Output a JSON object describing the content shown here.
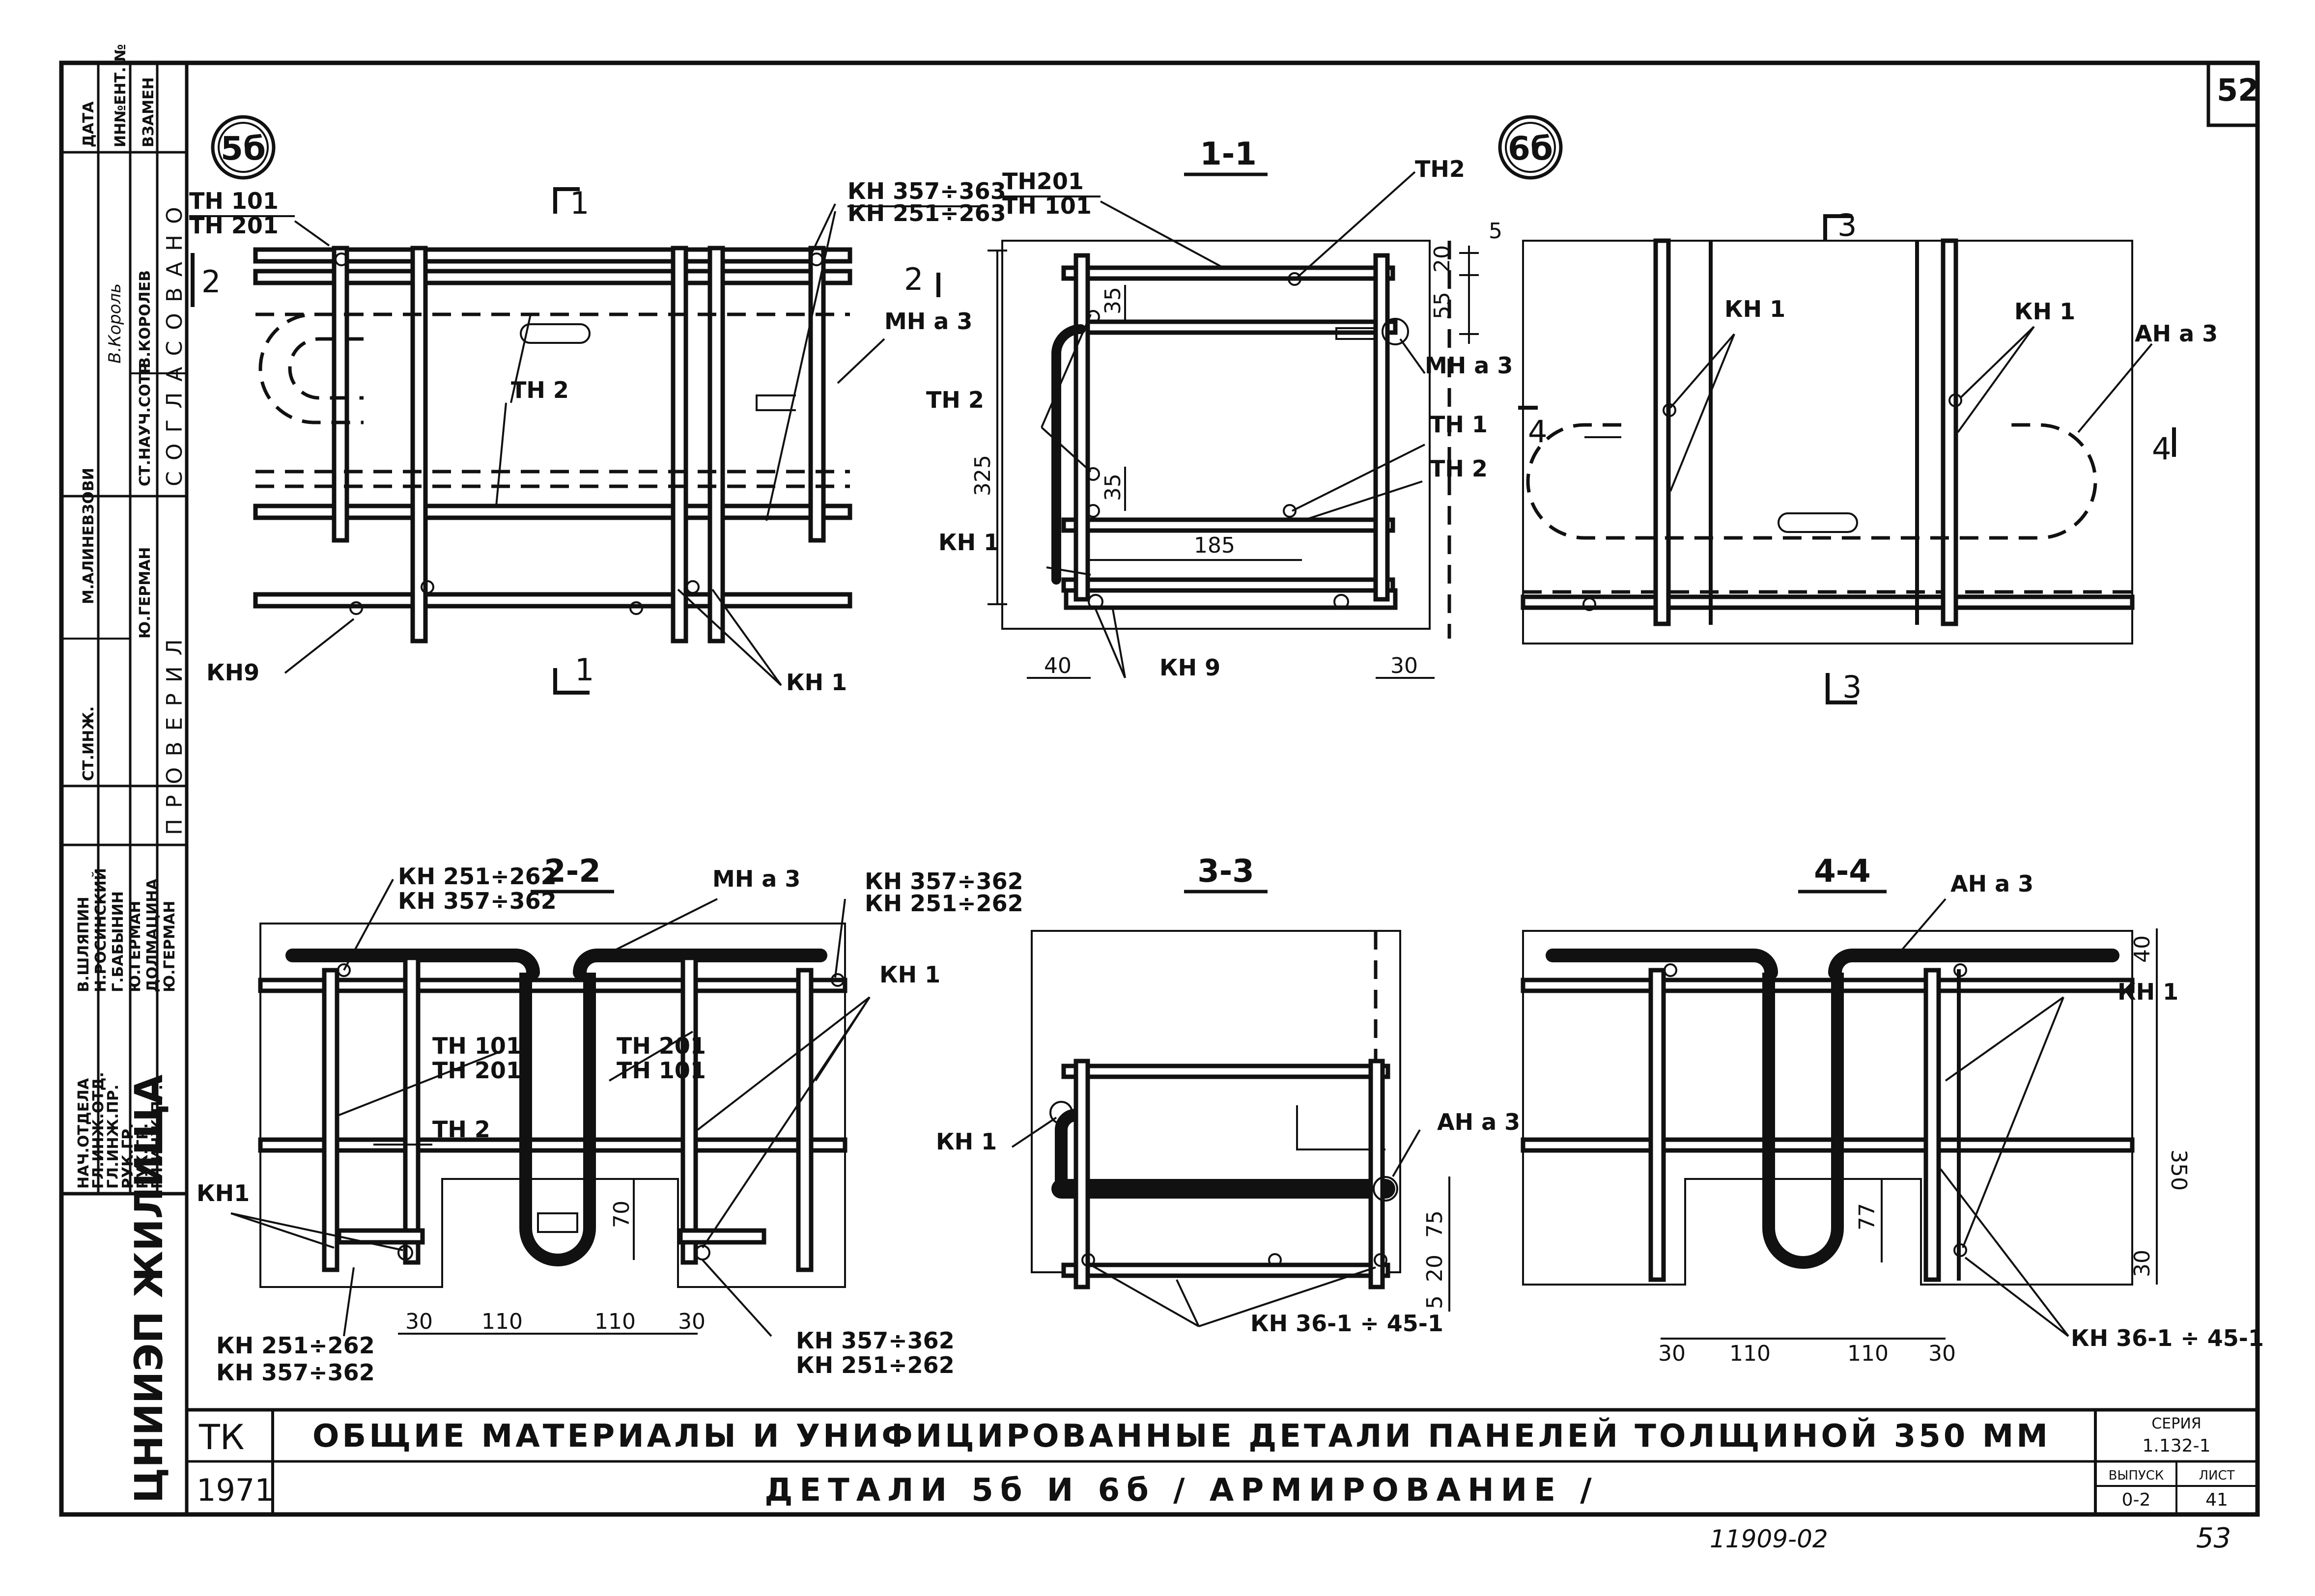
{
  "sheet": {
    "page_number": "52",
    "bottom_page_number": "53",
    "archive_number": "11909-02"
  },
  "side_stamp": {
    "head": [
      "ДАТА",
      "ИН№ЕНТ. №",
      "ВЗАМЕН"
    ],
    "agreed_title": "СОГЛАСОВАНО",
    "agreed_rows": [
      {
        "role": "СТ.НАУЧ.СОТР",
        "sign": "В.Король",
        "name": "В.КОРОЛЕВ"
      },
      {
        "role": "М.АЛИНЕВЗОВИ",
        "sign": "",
        "name": ""
      }
    ],
    "checked_title": "ПРОВЕРИЛ",
    "checked_name": "Ю.ГЕРМАН",
    "roles": [
      "НАЧ.ОТДЕЛА",
      "ГЛ.ИНЖ.ОТД.",
      "ГЛ.ИНЖ.ПР.",
      "РУК.ГР.",
      "РУК.ГР.",
      "ГЛ.ИНЖ.ПР.",
      "СТ.ИНЖ."
    ],
    "names": [
      "В.ШЛЯПИН",
      "Н.РОСИНСКИЙ",
      "Г.БАБЫНИН",
      "Ю.ГЕРМАН",
      "ДОЛМАЦИНА",
      "Ю.ГЕРМАН"
    ],
    "org": "ЦНИИЭП ЖИЛИЩА"
  },
  "title_block": {
    "tk": "ТК",
    "year": "1971",
    "title_line1": "ОБЩИЕ МАТЕРИАЛЫ И УНИФИЦИРОВАННЫЕ ДЕТАЛИ ПАНЕЛЕЙ ТОЛЩИНОЙ 350 ММ",
    "title_line2": "ДЕТАЛИ 5б И 6б / АРМИРОВАНИЕ /",
    "series_label": "СЕРИЯ",
    "series_value": "1.132-1",
    "issue_label": "ВЫПУСК",
    "issue_value": "0-2",
    "sheet_label": "ЛИСТ",
    "sheet_value": "41"
  },
  "detail_5b": {
    "badge": "5б",
    "labels": {
      "tn101_tn201_top": "ТН 101",
      "tn101_tn201_bottom": "ТН 201",
      "kn357": "КН 357÷363",
      "kn251": "КН 251÷263",
      "mna3": "МН а 3",
      "tn2": "ТН 2",
      "kn9": "КН9",
      "kn1": "КН 1"
    },
    "cut_marks": {
      "top_1": "1",
      "bottom_1": "1",
      "left_2": "2",
      "right_2": "2"
    }
  },
  "section_1_1": {
    "title": "1-1",
    "labels": {
      "tn201": "ТН201",
      "tn101": "ТН 101",
      "tn2_top": "ТН2",
      "mna3": "МН а 3",
      "tn2_left": "ТН 2",
      "tn1": "ТН 1",
      "tn2_right": "ТН 2",
      "kn1": "КН 1",
      "kn9": "КН 9"
    },
    "dims": [
      "5",
      "20",
      "55",
      "35",
      "35",
      "325",
      "185",
      "40",
      "30"
    ]
  },
  "detail_6b": {
    "badge": "6б",
    "labels": {
      "kn1_left": "КН 1",
      "kn1_right": "КН 1",
      "ana3": "АН а 3"
    },
    "cut_marks": {
      "top_3": "3",
      "bottom_3": "3",
      "left_4": "4",
      "right_4": "4"
    }
  },
  "section_2_2": {
    "title": "2-2",
    "labels": {
      "kn251_top": "КН 251÷262",
      "kn357_top": "КН 357÷362",
      "mna3": "МН а 3",
      "kn357_right_top": "КН 357÷362",
      "kn251_right_top": "КН 251÷262",
      "kn1_right": "КН 1",
      "tn101_left": "ТН 101",
      "tn201_left": "ТН 201",
      "tn201_right": "ТН 201",
      "tn101_right": "ТН 101",
      "tn2": "ТН 2",
      "kn1_left": "КН1",
      "kn251_bottom": "КН 251÷262",
      "kn357_bottom": "КН 357÷362",
      "kn357_right_bottom": "КН 357÷362",
      "kn251_right_bottom": "КН 251÷262"
    },
    "dims": [
      "70",
      "30",
      "110",
      "110",
      "30"
    ]
  },
  "section_3_3": {
    "title": "3-3",
    "labels": {
      "kn1": "КН 1",
      "ana3": "АН а 3",
      "kn36": "КН 36-1 ÷ 45-1"
    },
    "dims": [
      "75",
      "20",
      "5"
    ]
  },
  "section_4_4": {
    "title": "4-4",
    "labels": {
      "ana3": "АН а 3",
      "kn1": "КН 1",
      "kn36": "КН 36-1 ÷ 45-1"
    },
    "dims": [
      "40",
      "350",
      "30",
      "77",
      "30",
      "110",
      "110",
      "30"
    ]
  }
}
